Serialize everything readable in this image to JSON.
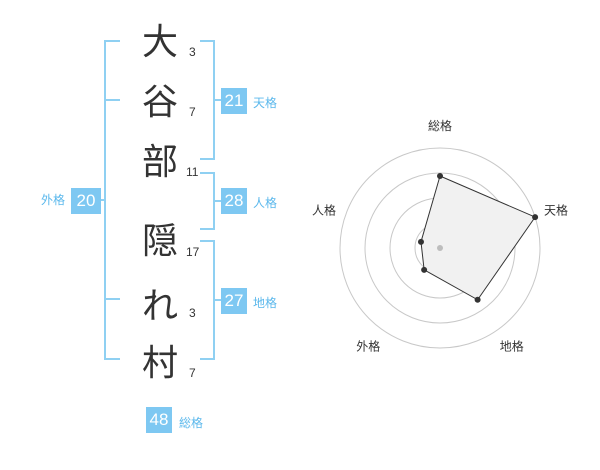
{
  "name": {
    "characters": [
      {
        "char": "大",
        "strokes": "3"
      },
      {
        "char": "谷",
        "strokes": "7"
      },
      {
        "char": "部",
        "strokes": "11"
      },
      {
        "char": "隠",
        "strokes": "17"
      },
      {
        "char": "れ",
        "strokes": "3"
      },
      {
        "char": "村",
        "strokes": "7"
      }
    ]
  },
  "kaku": {
    "tenkaku": {
      "label": "天格",
      "value": "21"
    },
    "jinkaku": {
      "label": "人格",
      "value": "28"
    },
    "chikaku": {
      "label": "地格",
      "value": "27"
    },
    "gaikaku": {
      "label": "外格",
      "value": "20"
    },
    "soukaku": {
      "label": "総格",
      "value": "48"
    }
  },
  "chart_data": {
    "type": "radar",
    "axes": [
      "総格",
      "天格",
      "地格",
      "外格",
      "人格"
    ],
    "values": [
      0.72,
      1.0,
      0.64,
      0.27,
      0.2
    ],
    "range": [
      0,
      1
    ],
    "rings": 4,
    "colors": {
      "fill": "#f1f1f1",
      "line": "#333333",
      "ring": "#c8c8c8",
      "center": "#bdbdbd"
    }
  }
}
